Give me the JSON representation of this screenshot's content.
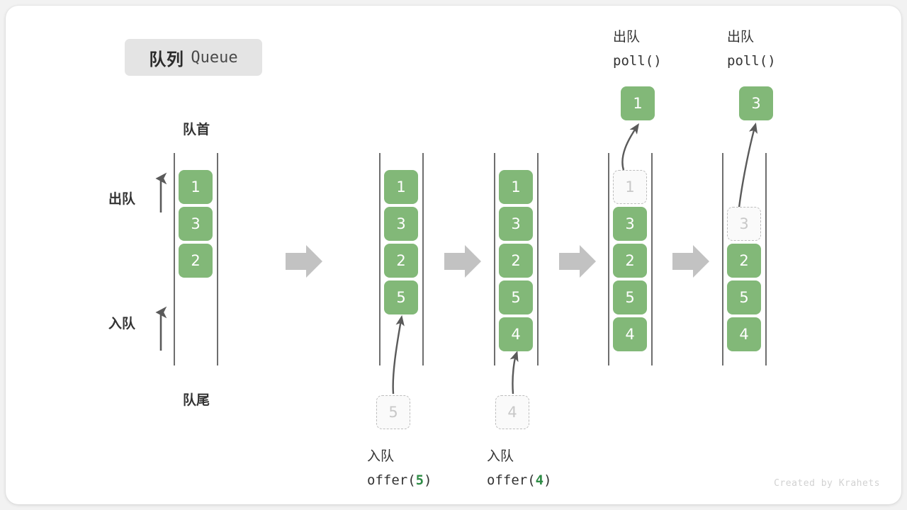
{
  "title": {
    "cn": "队列",
    "en": "Queue"
  },
  "labels": {
    "head": "队首",
    "tail": "队尾",
    "dequeue_side": "出队",
    "enqueue_side": "入队"
  },
  "colors": {
    "filled_box": "#82b878",
    "ghost_box_fill": "#fafafa",
    "ghost_box_border": "#bdbdbd",
    "ghost_text": "#c8c8c8",
    "rail": "#4a4a4a",
    "step_arrow": "#c2c2c2",
    "curve_arrow": "#5a5a5a",
    "badge_bg": "#e4e4e4",
    "code_arg": "#2e8b45",
    "card_bg": "#ffffff",
    "page_bg": "#f2f2f2"
  },
  "columns": [
    {
      "id": "initial",
      "items": [
        {
          "value": "1",
          "state": "filled"
        },
        {
          "value": "3",
          "state": "filled"
        },
        {
          "value": "2",
          "state": "filled"
        }
      ],
      "popped": null,
      "incoming": null,
      "caption": null,
      "header": null
    },
    {
      "id": "after-offer-5",
      "items": [
        {
          "value": "1",
          "state": "filled"
        },
        {
          "value": "3",
          "state": "filled"
        },
        {
          "value": "2",
          "state": "filled"
        },
        {
          "value": "5",
          "state": "filled"
        }
      ],
      "popped": null,
      "incoming": {
        "value": "5",
        "state": "ghost"
      },
      "caption": {
        "cn": "入队",
        "fn": "offer(",
        "arg": "5",
        "fn_close": ")"
      },
      "header": null
    },
    {
      "id": "after-offer-4",
      "items": [
        {
          "value": "1",
          "state": "filled"
        },
        {
          "value": "3",
          "state": "filled"
        },
        {
          "value": "2",
          "state": "filled"
        },
        {
          "value": "5",
          "state": "filled"
        },
        {
          "value": "4",
          "state": "filled"
        }
      ],
      "popped": null,
      "incoming": {
        "value": "4",
        "state": "ghost"
      },
      "caption": {
        "cn": "入队",
        "fn": "offer(",
        "arg": "4",
        "fn_close": ")"
      },
      "header": null
    },
    {
      "id": "after-poll-1",
      "items": [
        {
          "value": "1",
          "state": "ghost"
        },
        {
          "value": "3",
          "state": "filled"
        },
        {
          "value": "2",
          "state": "filled"
        },
        {
          "value": "5",
          "state": "filled"
        },
        {
          "value": "4",
          "state": "filled"
        }
      ],
      "popped": {
        "value": "1",
        "state": "filled"
      },
      "incoming": null,
      "caption": null,
      "header": {
        "cn": "出队",
        "fn": "poll()"
      }
    },
    {
      "id": "after-poll-3",
      "items": [
        {
          "value": "3",
          "state": "ghost"
        },
        {
          "value": "2",
          "state": "filled"
        },
        {
          "value": "5",
          "state": "filled"
        },
        {
          "value": "4",
          "state": "filled"
        }
      ],
      "popped": {
        "value": "3",
        "state": "filled"
      },
      "incoming": null,
      "caption": null,
      "header": {
        "cn": "出队",
        "fn": "poll()"
      }
    }
  ],
  "watermark": "Created by Krahets"
}
